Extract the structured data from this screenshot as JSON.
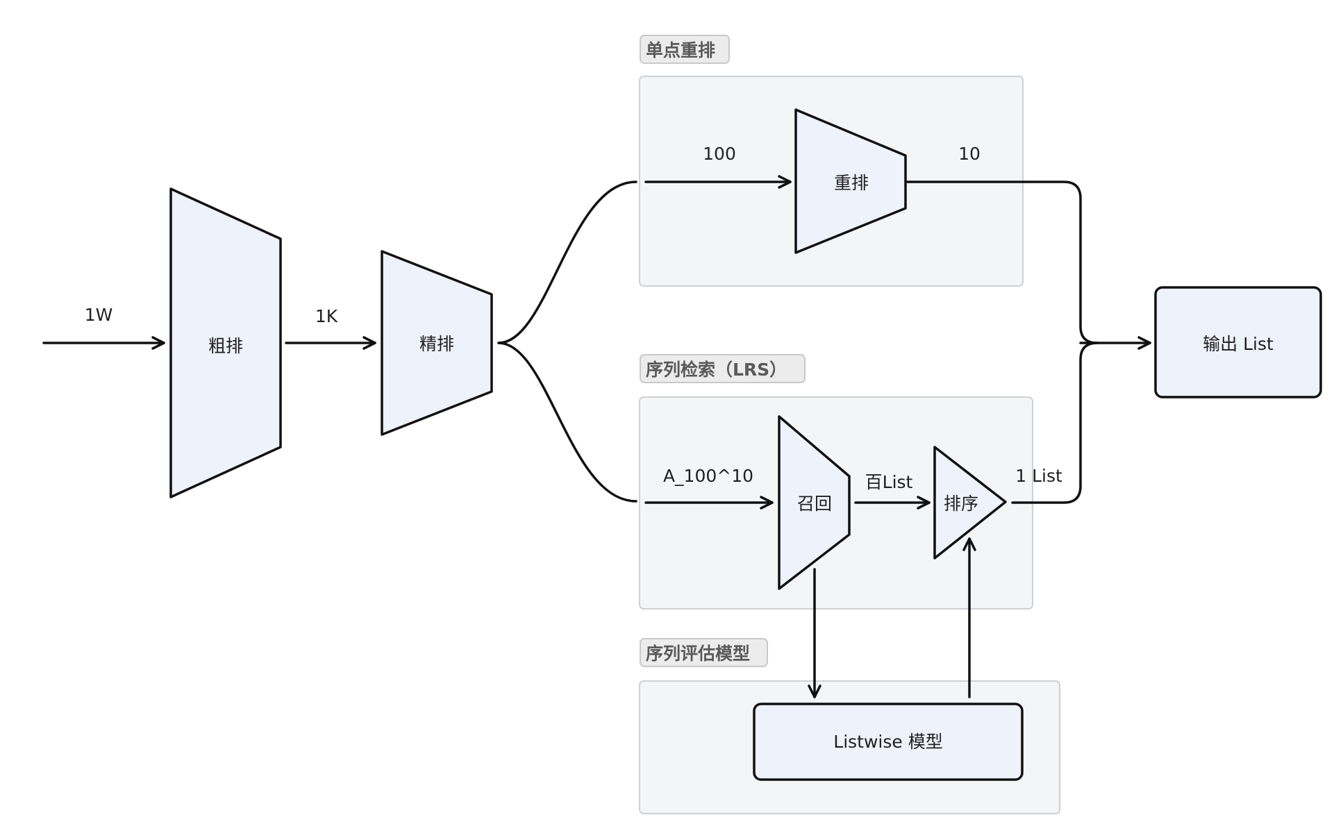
{
  "groups": {
    "single": "单点重排",
    "lrs": "序列检索（LRS）",
    "eval": "序列评估模型"
  },
  "nodes": {
    "coarse": "粗排",
    "fine": "精排",
    "rerank": "重排",
    "recall": "召回",
    "sort": "排序",
    "output": "输出 List",
    "listwise": "Listwise 模型"
  },
  "edges": {
    "in_count": "1W",
    "coarse_to_fine": "1K",
    "to_rerank": "100",
    "rerank_out": "10",
    "to_recall": "A_100^10",
    "recall_to_sort": "百List",
    "sort_out": "1 List"
  }
}
